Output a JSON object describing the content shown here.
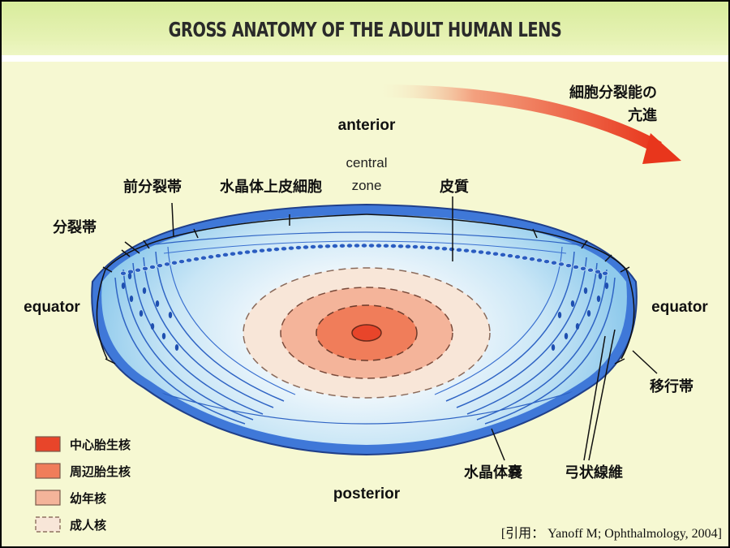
{
  "title": "GROSS ANATOMY OF THE ADULT HUMAN LENS",
  "labels": {
    "anterior": "anterior",
    "posterior": "posterior",
    "equator_left": "equator",
    "equator_right": "equator",
    "central_zone_line1": "central",
    "central_zone_line2": "zone",
    "mitosis_line1": "細胞分裂能の",
    "mitosis_line2": "亢進",
    "pre_germinative_zone": "前分裂帯",
    "lens_epithelium": "水晶体上皮細胞",
    "cortex": "皮質",
    "germinative_zone": "分裂帯",
    "transitional_zone": "移行帯",
    "lens_capsule": "水晶体嚢",
    "lens_bow": "弓状線維"
  },
  "legend": [
    {
      "label": "中心胎生核",
      "color": "#e8452a"
    },
    {
      "label": "周辺胎生核",
      "color": "#f07d5a"
    },
    {
      "label": "幼年核",
      "color": "#f4b49a"
    },
    {
      "label": "成人核",
      "color": "#f8e6d8"
    }
  ],
  "citation": "[引用： Yanoff M; Ophthalmology, 2004]",
  "colors": {
    "background": "#f6f8d2",
    "capsule": "#3f78d8",
    "cortex_inner": "#ffffff",
    "cortex_outer": "#9ad0ee",
    "arrow": "#e8361c"
  }
}
